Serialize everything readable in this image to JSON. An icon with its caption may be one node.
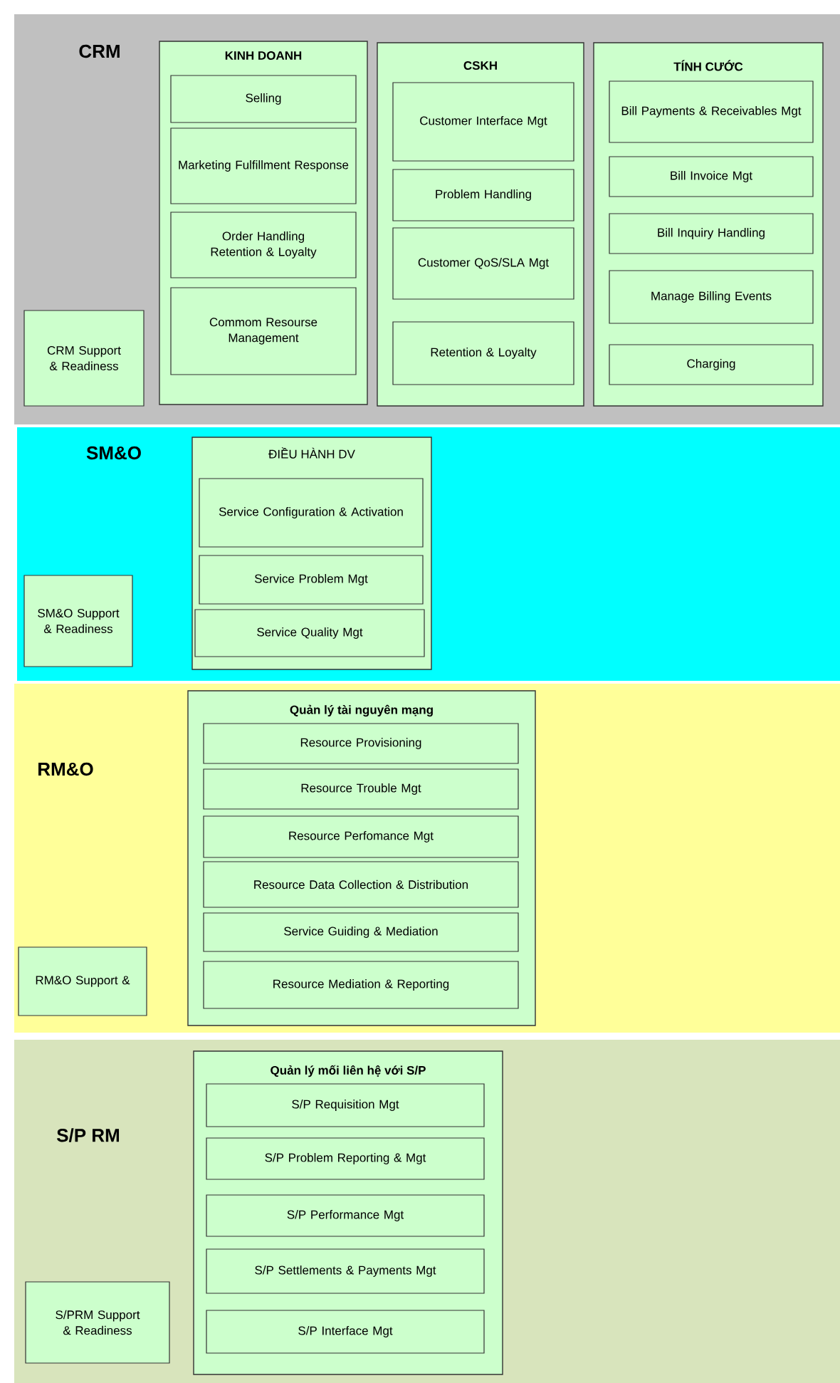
{
  "diagram": {
    "nodes": [
      {
        "text": [
          "CRM"
        ]
      },
      {
        "text": [
          "CRM Support & Readiness"
        ],
        "in": 0
      },
      {
        "text": [
          "KINH DOANH"
        ],
        "in": 0
      },
      {
        "text": [
          "Selling"
        ],
        "in": 2
      },
      {
        "text": [
          "Marketing Fulfillment Response"
        ],
        "in": 2
      },
      {
        "text": [
          "Order Handling Retention & Loyalty"
        ],
        "in": 2
      },
      {
        "text": [
          "Commom Resourse Management"
        ],
        "in": 2
      },
      {
        "text": [
          "CSKH"
        ],
        "in": 0
      },
      {
        "text": [
          "Customer Interface Mgt"
        ],
        "in": 7
      },
      {
        "text": [
          "Problem Handling"
        ],
        "in": 7
      },
      {
        "text": [
          "Customer QoS/SLA Mgt"
        ],
        "in": 7
      },
      {
        "text": [
          "Retention & Loyalty"
        ],
        "in": 7
      },
      {
        "text": [
          "TÍNH CƯỚC"
        ],
        "in": 0
      },
      {
        "text": [
          "Bill Payments & Receivables Mgt"
        ],
        "in": 12
      },
      {
        "text": [
          "Bill Invoice Mgt"
        ],
        "in": 12
      },
      {
        "text": [
          "Bill Inquiry Handling"
        ],
        "in": 12
      },
      {
        "text": [
          "Manage Billing Events"
        ],
        "in": 12
      },
      {
        "text": [
          "Charging"
        ],
        "in": 12
      },
      {
        "text": [
          "SM&O"
        ]
      },
      {
        "text": [
          "SM&O Support & Readiness"
        ],
        "in": 18
      },
      {
        "text": [
          "ĐIỀU HÀNH DV"
        ],
        "in": 18
      },
      {
        "text": [
          "Service Configuration & Activation"
        ],
        "in": 20
      },
      {
        "text": [
          "Service Problem Mgt"
        ],
        "in": 20
      },
      {
        "text": [
          "Service Quality Mgt"
        ],
        "in": 20
      },
      {
        "text": [
          "RM&O"
        ]
      },
      {
        "text": [
          "RM&O Support &"
        ],
        "in": 24
      },
      {
        "text": [
          "Quản lý tài nguyên mạng"
        ],
        "in": 24
      },
      {
        "text": [
          "Resource Provisioning"
        ],
        "in": 26
      },
      {
        "text": [
          "Resource Trouble Mgt"
        ],
        "in": 26
      },
      {
        "text": [
          "Resource Perfomance Mgt"
        ],
        "in": 26
      },
      {
        "text": [
          "Resource Data Collection & Distribution"
        ],
        "in": 26
      },
      {
        "text": [
          "Service Guiding & Mediation"
        ],
        "in": 26
      },
      {
        "text": [
          "Resource Mediation & Reporting"
        ],
        "in": 26
      },
      {
        "text": [
          "S/P RM"
        ]
      },
      {
        "text": [
          "S/PRM Support & Readiness"
        ],
        "in": 33
      },
      {
        "text": [
          "Quản lý mối liên hệ với S/P"
        ],
        "in": 33
      },
      {
        "text": [
          "S/P Requisition Mgt"
        ],
        "in": 35
      },
      {
        "text": [
          "S/P Problem Reporting & Mgt"
        ],
        "in": 35
      },
      {
        "text": [
          "S/P Performance Mgt"
        ],
        "in": 35
      },
      {
        "text": [
          "S/P Settlements & Payments Mgt"
        ],
        "in": 35
      },
      {
        "text": [
          "S/P Interface Mgt"
        ],
        "in": 35
      }
    ]
  }
}
